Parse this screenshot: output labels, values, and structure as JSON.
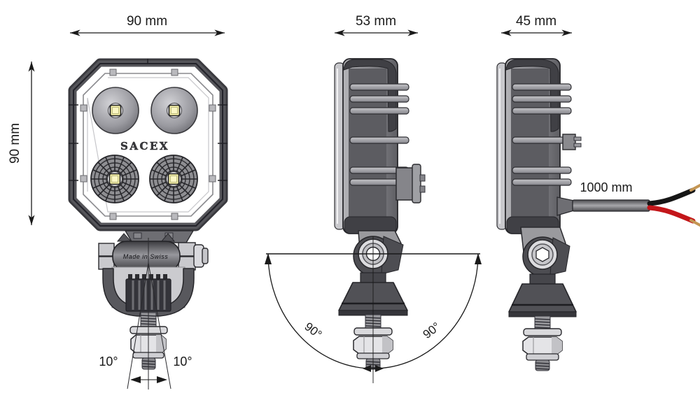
{
  "drawing": {
    "brand": "SACEX",
    "made_in": "Made in Swiss"
  },
  "front_view": {
    "width_dim": "90 mm",
    "height_dim": "90 mm",
    "tilt_left": "10°",
    "tilt_right": "10°"
  },
  "side_view": {
    "depth_dim": "53 mm",
    "swivel_left": "90°",
    "swivel_right": "90°"
  },
  "profile_view": {
    "depth_dim": "45 mm",
    "cable_length_dim": "1000 mm"
  },
  "colors": {
    "line": "#1a1a1a",
    "housing_dark": "#47474c",
    "housing_mid": "#8a8a8e",
    "housing_light": "#c9c9cd",
    "face": "#ffffff",
    "led_chip": "#f2eda6",
    "wire_black": "#161616",
    "wire_red": "#c3161a",
    "wire_tip": "#c49654"
  }
}
